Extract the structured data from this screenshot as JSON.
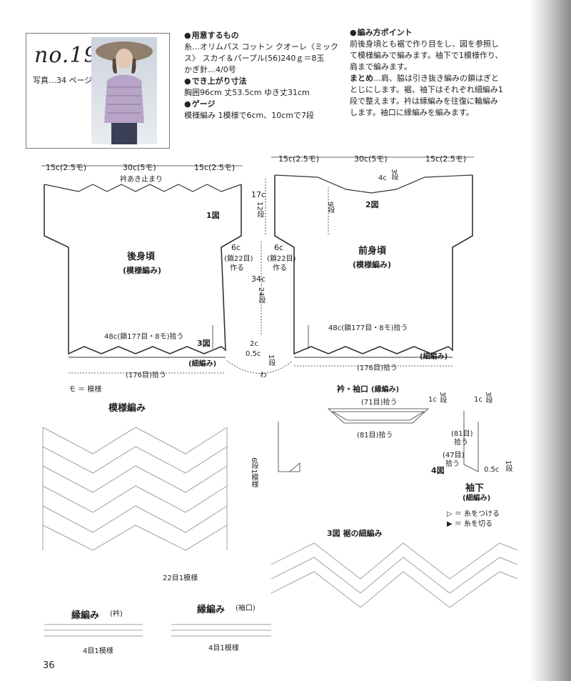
{
  "header": {
    "number": "no.19",
    "photo_ref": "写真…34 ページ"
  },
  "materials": {
    "heading": "用意するもの",
    "yarn_line1": "糸…オリムパス コットン クオーレ〈ミック",
    "yarn_line2": "ス〉 スカイ＆パープル(56)240ｇ＝8玉",
    "hook": "かぎ針…4/0号",
    "size_heading": "でき上がり寸法",
    "size": "胸囲96cm 丈53.5cm ゆき丈31cm",
    "gauge_heading": "ゲージ",
    "gauge": "模様編み 1模様で6cm、10cmで7段"
  },
  "points": {
    "heading": "編み方ポイント",
    "p1": "前後身頃とも裾で作り目をし、図を参照し",
    "p2": "て模様編みで編みます。袖下で1模様作り、",
    "p3": "肩まで編みます。",
    "p4_head": "まとめ",
    "p4": "…肩、脇は引き抜き編みの鎖はぎと",
    "p5": "とじにします。裾、袖下はそれぞれ細編み1",
    "p6": "段で整えます。衿は縁編みを往復に輪編み",
    "p7": "します。袖口に縁編みを編みます。"
  },
  "diagram": {
    "back_title": "後身頃",
    "front_title": "前身頃",
    "pattern_sub": "(模様編み)",
    "fig1": "1図",
    "fig2": "2図",
    "fig3": "3図",
    "fig4": "4図",
    "w15": "15c(2.5モ)",
    "w30": "30c(5モ)",
    "neck_opening": "衿あき止まり",
    "h17": "17c",
    "h17_rows": "12段",
    "h9_rows": "9段",
    "h4": "4c",
    "h4_rows": "3段",
    "side6": "6c",
    "side6_chain": "(鎖22目)",
    "side6_make": "作る",
    "h34": "34c",
    "h34_rows": "24段",
    "hem_pickup": "48c(鎖177目・8モ)拾う",
    "hem_rows_back": "(176目)拾う",
    "hem_rows_front": "(176目)拾う",
    "band": "(細編み)",
    "h2": "2c",
    "h05": "0.5c",
    "h05_rows": "1段",
    "wa": "わ",
    "mo_note": "モ ＝ 模様"
  },
  "collar": {
    "title": "衿・袖口",
    "title_sub": "(縁編み)",
    "st71": "(71目)拾う",
    "st81": "(81目)拾う",
    "c1": "1c",
    "c1_rows": "3段",
    "c1b": "1c",
    "c1b_rows": "3段",
    "st81b": "(81目)",
    "st81b_pick": "拾う",
    "st47": "(47目)",
    "st47_pick": "拾う",
    "sleeve_h": "0.5c",
    "sleeve_rows": "1段",
    "sleeve_under": "袖下",
    "sleeve_band": "(細編み)",
    "legend_attach": "▷ ＝ 糸をつける",
    "legend_cut": "▶ ＝ 糸を切る"
  },
  "charts": {
    "pattern_title": "模様編み",
    "repeat_rows": "6段1模様",
    "repeat_sts": "22目1模様",
    "hem_title": "3図 裾の細編み",
    "edging_collar": "縁編み",
    "edging_collar_sub": "(衿)",
    "edging_cuff": "縁編み",
    "edging_cuff_sub": "(袖口)",
    "edging_repeat": "4目1模様",
    "edging_repeat2": "4目1模様"
  },
  "page_number": "36",
  "colors": {
    "ink": "#222222",
    "line": "#333333",
    "chart": "#9aa0a6"
  }
}
